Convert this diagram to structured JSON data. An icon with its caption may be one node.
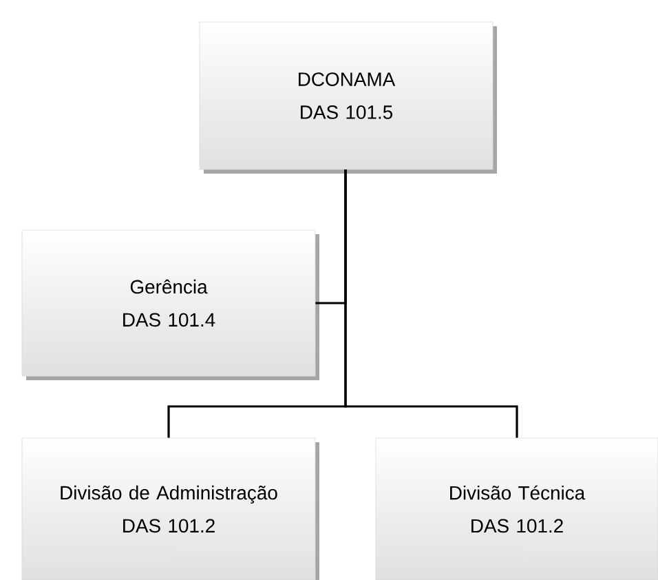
{
  "diagram": {
    "nodes": [
      {
        "text": [
          "DCONAMA",
          "DAS 101.5"
        ]
      },
      {
        "text": [
          "Gerência",
          "DAS 101.4"
        ]
      },
      {
        "text": [
          "Divisão de Administração",
          "DAS 101.2"
        ]
      },
      {
        "text": [
          "Divisão Técnica",
          "DAS 101.2"
        ]
      }
    ],
    "edges": [
      {
        "from": 0,
        "to": 1,
        "arrow": "none"
      },
      {
        "from": 0,
        "to": 2,
        "arrow": "none"
      },
      {
        "from": 0,
        "to": 3,
        "arrow": "none"
      }
    ]
  }
}
